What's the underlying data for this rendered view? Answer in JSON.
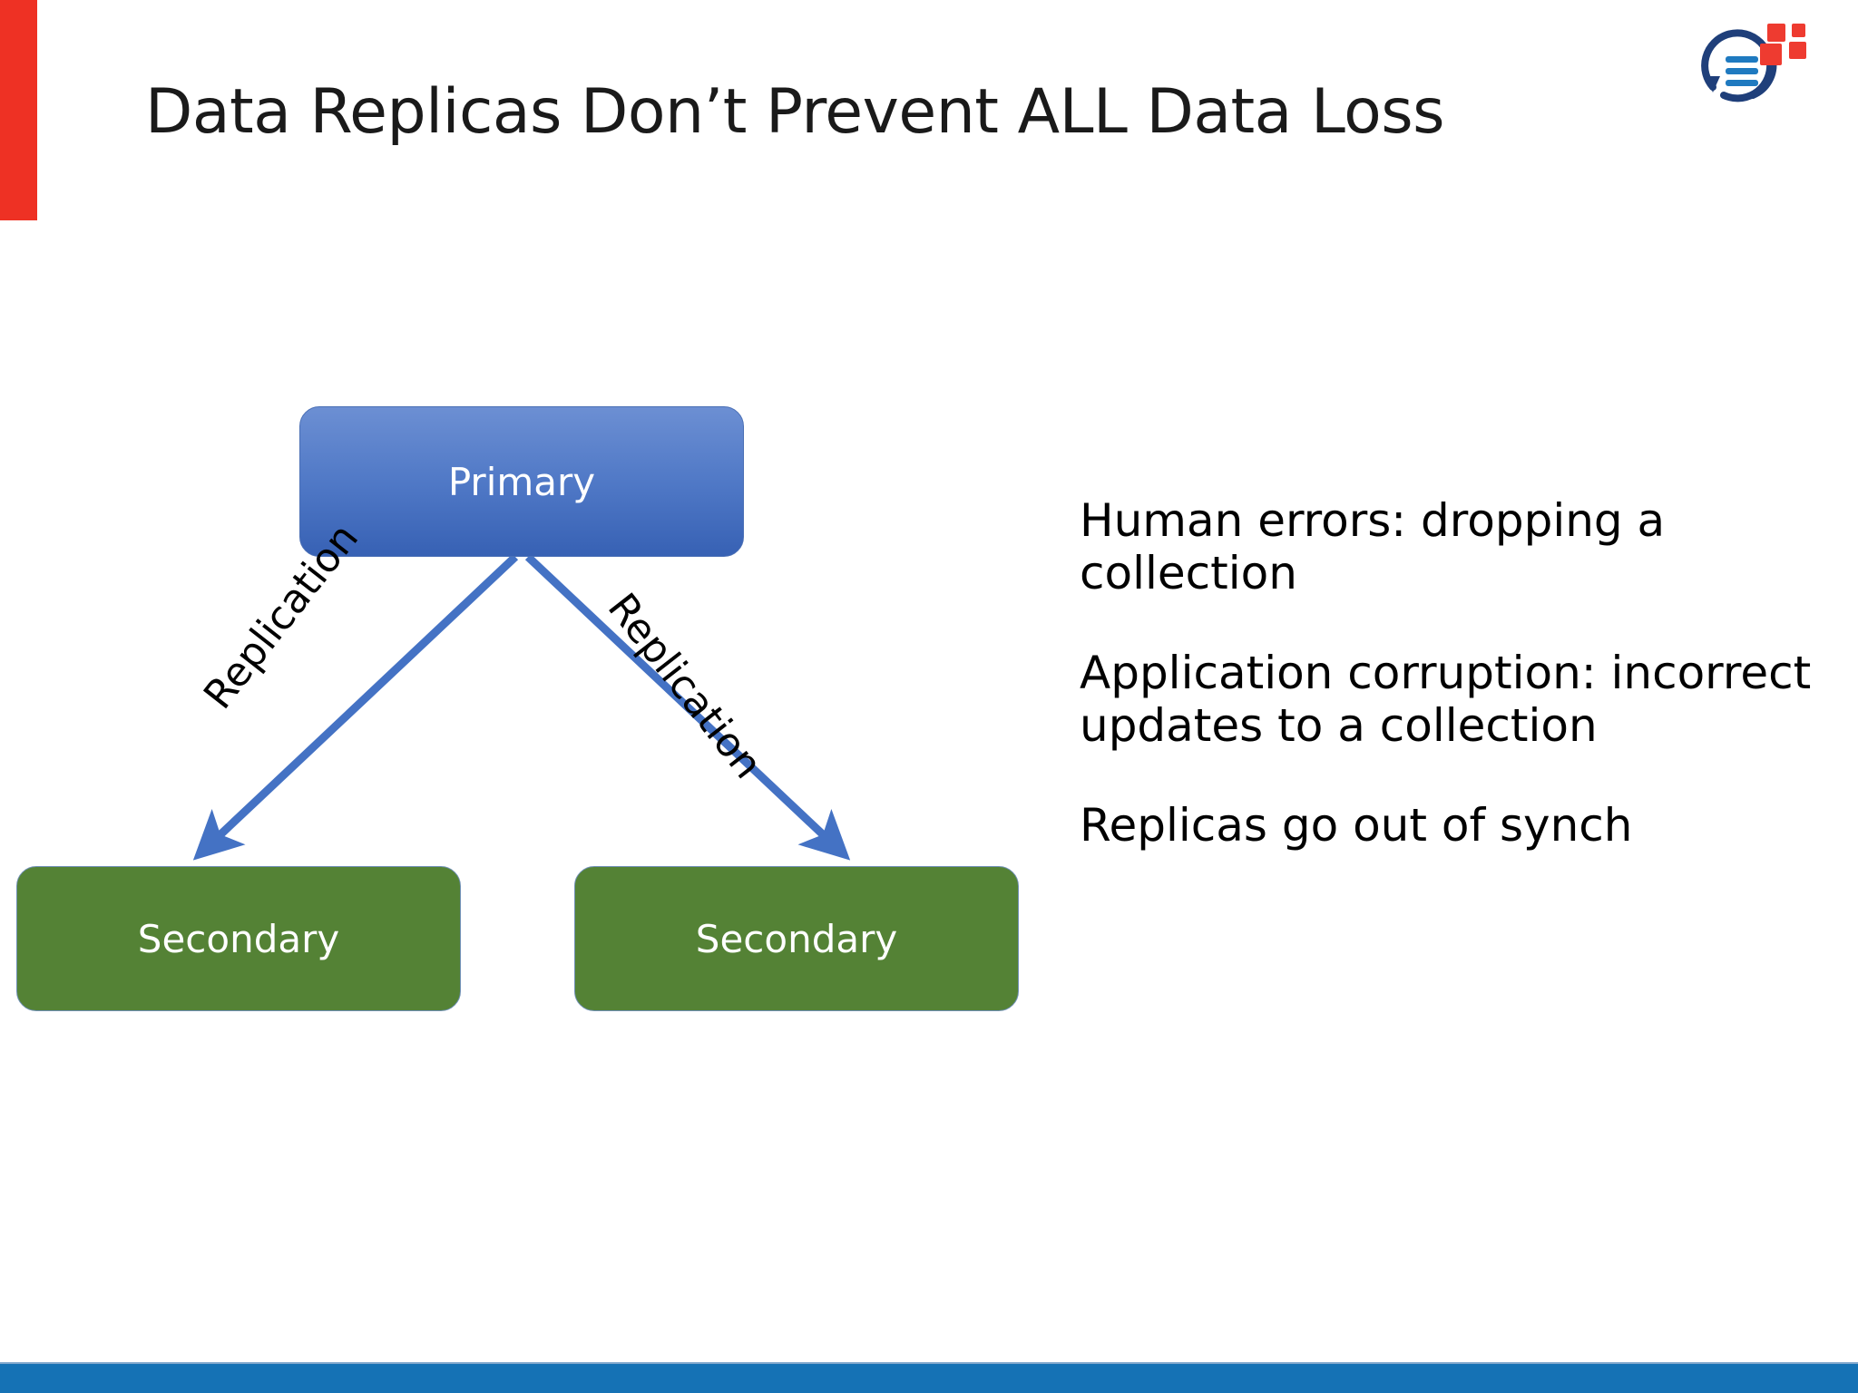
{
  "slide": {
    "title": "Data Replicas Don’t Prevent ALL Data Loss",
    "accent_color": "#ee3124",
    "footer_color": "#1572b5",
    "background_color": "#ffffff"
  },
  "logo": {
    "name": "refresh-document-logo",
    "arc_color": "#1f3f7a",
    "document_line_color": "#1f7ac0",
    "square_color": "#ee3b30"
  },
  "diagram": {
    "nodes": [
      {
        "id": "primary",
        "label": "Primary",
        "color": "#3f6fc4",
        "role": "primary"
      },
      {
        "id": "secondary-left",
        "label": "Secondary",
        "color": "#548235",
        "role": "secondary"
      },
      {
        "id": "secondary-right",
        "label": "Secondary",
        "color": "#548235",
        "role": "secondary"
      }
    ],
    "edges": [
      {
        "from": "primary",
        "to": "secondary-left",
        "label": "Replication",
        "color": "#4472c4"
      },
      {
        "from": "primary",
        "to": "secondary-right",
        "label": "Replication",
        "color": "#4472c4"
      }
    ]
  },
  "bullets": [
    "Human errors: dropping a collection",
    "Application corruption: incorrect updates to a collection",
    "Replicas go out of synch"
  ]
}
